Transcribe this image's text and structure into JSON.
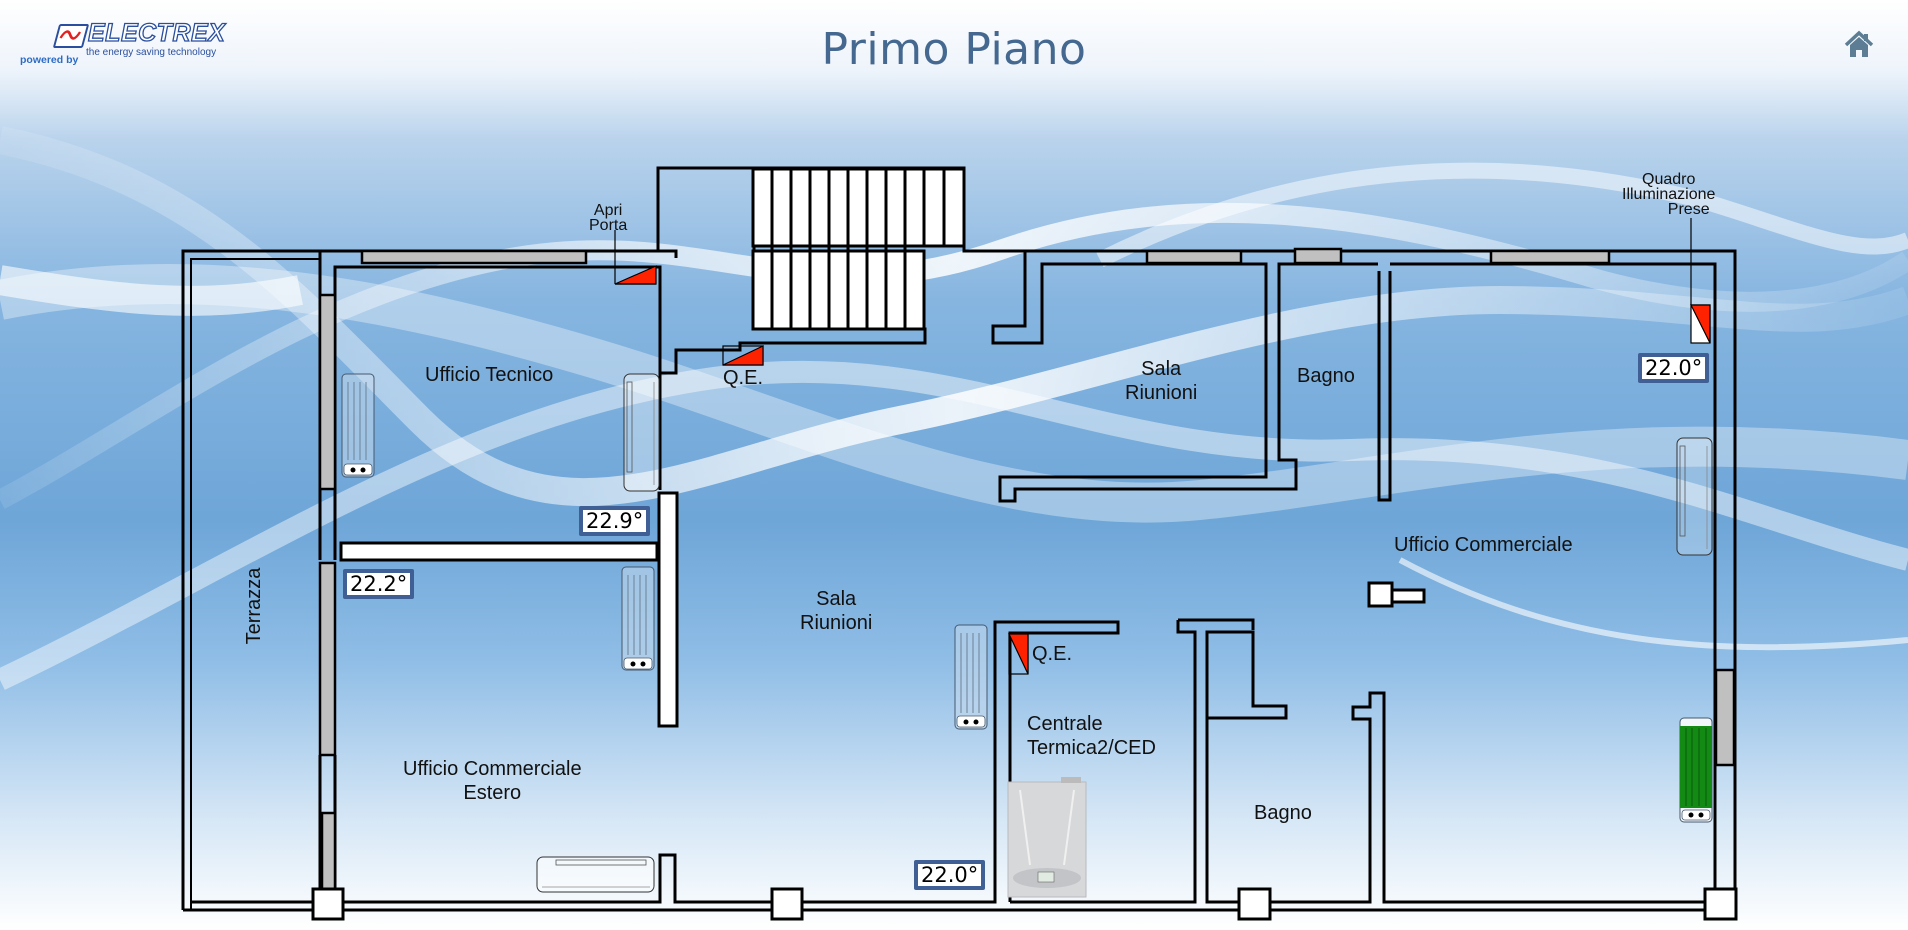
{
  "header": {
    "logo_brand": "ELECTREX",
    "logo_tagline": "the energy saving technology",
    "logo_powered_by": "powered by",
    "title": "Primo Piano",
    "home_icon": "home-icon"
  },
  "colors": {
    "title": "#44688f",
    "panel_alarm": "#ff2200",
    "temp_badge_border": "#3f5f95",
    "window": "#c0c0c0",
    "radiator_active": "#138a13"
  },
  "rooms": [
    {
      "id": "ufficio-tecnico",
      "label": "Ufficio Tecnico"
    },
    {
      "id": "sala-riunioni-nord",
      "label_lines": [
        "Sala",
        "Riunioni"
      ]
    },
    {
      "id": "bagno-nord",
      "label": "Bagno"
    },
    {
      "id": "ufficio-commerciale",
      "label": "Ufficio Commerciale"
    },
    {
      "id": "terrazza",
      "label": "Terrazza"
    },
    {
      "id": "sala-riunioni-centrale",
      "label_lines": [
        "Sala",
        "Riunioni"
      ]
    },
    {
      "id": "ufficio-commerciale-estero",
      "label_lines": [
        "Ufficio Commerciale",
        "Estero"
      ]
    },
    {
      "id": "centrale-termica",
      "label_lines": [
        "Centrale",
        "Termica2/CED"
      ]
    },
    {
      "id": "bagno-sud",
      "label": "Bagno"
    }
  ],
  "panels": [
    {
      "id": "apri-porta",
      "label_lines": [
        "Apri",
        "Porta"
      ]
    },
    {
      "id": "qe-scala",
      "label": "Q.E."
    },
    {
      "id": "qe-centrale",
      "label": "Q.E."
    },
    {
      "id": "quadro-illuminazione",
      "label_lines": [
        "Quadro",
        "Illuminazione",
        "Prese"
      ]
    }
  ],
  "temperatures": [
    {
      "id": "temp-ufficio-tecnico",
      "value": "22.9°"
    },
    {
      "id": "temp-ufficio-estero",
      "value": "22.2°"
    },
    {
      "id": "temp-sala-riunioni",
      "value": "22.0°"
    },
    {
      "id": "temp-ufficio-commerciale",
      "value": "22.0°"
    }
  ],
  "devices": [
    {
      "id": "radiator-ufficio-tecnico",
      "type": "radiator",
      "state": "off"
    },
    {
      "id": "split-ufficio-tecnico",
      "type": "split-ac",
      "state": "off"
    },
    {
      "id": "radiator-ufficio-estero",
      "type": "radiator",
      "state": "off"
    },
    {
      "id": "split-ufficio-estero",
      "type": "split-ac",
      "state": "off"
    },
    {
      "id": "radiator-sala-riunioni",
      "type": "radiator",
      "state": "off"
    },
    {
      "id": "boiler-centrale-termica",
      "type": "boiler",
      "state": "off"
    },
    {
      "id": "split-ufficio-commerciale",
      "type": "split-ac",
      "state": "off"
    },
    {
      "id": "radiator-ufficio-commerciale",
      "type": "radiator",
      "state": "on"
    }
  ]
}
